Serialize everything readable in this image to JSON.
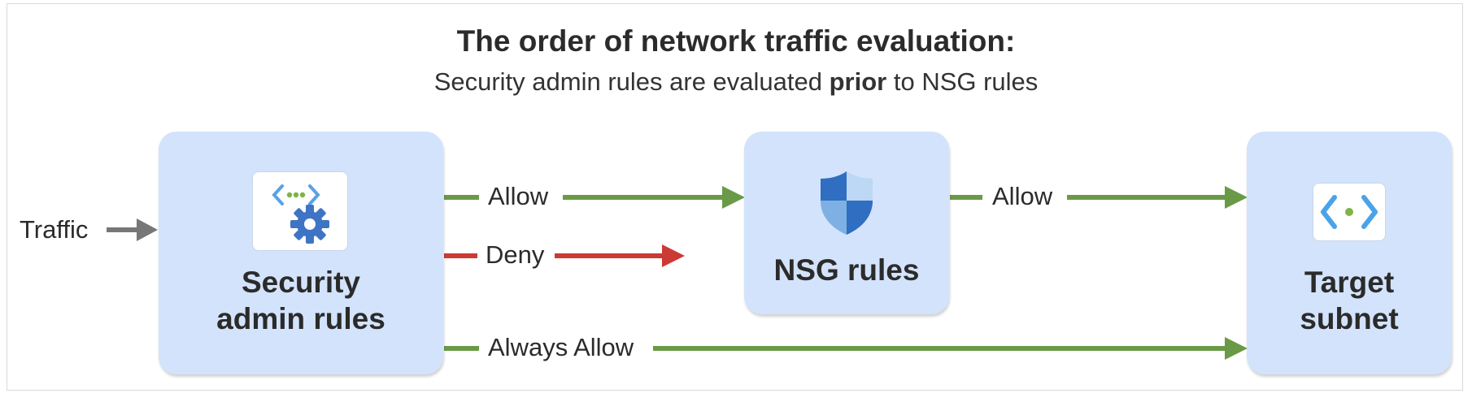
{
  "title": "The order of network traffic evaluation:",
  "subtitle": {
    "before": "Security admin rules are evaluated ",
    "emphasis": "prior",
    "after": " to NSG rules"
  },
  "input_label": "Traffic",
  "nodes": {
    "security_admin": {
      "line1": "Security",
      "line2": "admin rules",
      "icon": "network-gear-icon"
    },
    "nsg": {
      "label": "NSG rules",
      "icon": "shield-icon"
    },
    "target": {
      "line1": "Target",
      "line2": "subnet",
      "icon": "virtual-network-icon"
    }
  },
  "edges": {
    "allow_to_nsg": "Allow",
    "deny": "Deny",
    "nsg_allow": "Allow",
    "always_allow": "Always Allow"
  },
  "colors": {
    "allow": "#6a9a47",
    "deny": "#cc3a34",
    "traffic": "#777777",
    "box_fill": "#d3e3fb"
  }
}
